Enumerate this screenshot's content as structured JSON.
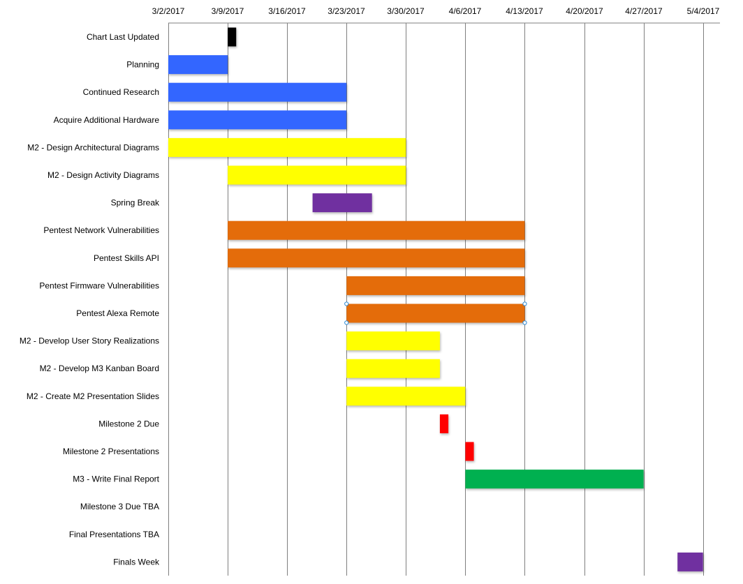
{
  "chart_data": {
    "type": "bar",
    "orientation": "horizontal-gantt",
    "x_axis": {
      "type": "date",
      "position": "top",
      "range": [
        "2017-03-02",
        "2017-05-06"
      ],
      "tick_labels": [
        "3/2/2017",
        "3/9/2017",
        "3/16/2017",
        "3/23/2017",
        "3/30/2017",
        "4/6/2017",
        "4/13/2017",
        "4/20/2017",
        "4/27/2017",
        "5/4/2017"
      ],
      "tick_dates": [
        "2017-03-02",
        "2017-03-09",
        "2017-03-16",
        "2017-03-23",
        "2017-03-30",
        "2017-04-06",
        "2017-04-13",
        "2017-04-20",
        "2017-04-27",
        "2017-05-04"
      ]
    },
    "grid": true,
    "legend": "none",
    "tasks": [
      {
        "label": "Chart Last Updated",
        "start": "2017-03-09",
        "end": "2017-03-10",
        "color": "#000000"
      },
      {
        "label": "Planning",
        "start": "2017-03-02",
        "end": "2017-03-09",
        "color": "#3366ff"
      },
      {
        "label": "Continued Research",
        "start": "2017-03-02",
        "end": "2017-03-23",
        "color": "#3366ff"
      },
      {
        "label": "Acquire Additional Hardware",
        "start": "2017-03-02",
        "end": "2017-03-23",
        "color": "#3366ff"
      },
      {
        "label": "M2 - Design Architectural Diagrams",
        "start": "2017-03-02",
        "end": "2017-03-30",
        "color": "#ffff00"
      },
      {
        "label": "M2 - Design Activity Diagrams",
        "start": "2017-03-09",
        "end": "2017-03-30",
        "color": "#ffff00"
      },
      {
        "label": "Spring Break",
        "start": "2017-03-19",
        "end": "2017-03-26",
        "color": "#7030a0"
      },
      {
        "label": "Pentest Network Vulnerabilities",
        "start": "2017-03-09",
        "end": "2017-04-13",
        "color": "#e46c0a"
      },
      {
        "label": "Pentest Skills API",
        "start": "2017-03-09",
        "end": "2017-04-13",
        "color": "#e46c0a"
      },
      {
        "label": "Pentest Firmware Vulnerabilities",
        "start": "2017-03-23",
        "end": "2017-04-13",
        "color": "#e46c0a"
      },
      {
        "label": "Pentest Alexa Remote",
        "start": "2017-03-23",
        "end": "2017-04-13",
        "color": "#e46c0a",
        "selected": true
      },
      {
        "label": "M2 - Develop User Story Realizations",
        "start": "2017-03-23",
        "end": "2017-04-03",
        "color": "#ffff00"
      },
      {
        "label": "M2 - Develop M3 Kanban Board",
        "start": "2017-03-23",
        "end": "2017-04-03",
        "color": "#ffff00"
      },
      {
        "label": "M2 - Create M2 Presentation Slides",
        "start": "2017-03-23",
        "end": "2017-04-06",
        "color": "#ffff00"
      },
      {
        "label": "Milestone 2 Due",
        "start": "2017-04-03",
        "end": "2017-04-04",
        "color": "#ff0000"
      },
      {
        "label": "Milestone 2 Presentations",
        "start": "2017-04-06",
        "end": "2017-04-07",
        "color": "#ff0000"
      },
      {
        "label": "M3 - Write Final Report",
        "start": "2017-04-06",
        "end": "2017-04-27",
        "color": "#00b050"
      },
      {
        "label": "Milestone 3 Due TBA",
        "start": null,
        "end": null,
        "color": null
      },
      {
        "label": "Final Presentations TBA",
        "start": null,
        "end": null,
        "color": null
      },
      {
        "label": "Finals Week",
        "start": "2017-05-01",
        "end": "2017-05-04",
        "color": "#7030a0"
      }
    ]
  },
  "colors": {
    "gridline": "#7f7f7f",
    "selection_handle": "#2e8bd6"
  }
}
